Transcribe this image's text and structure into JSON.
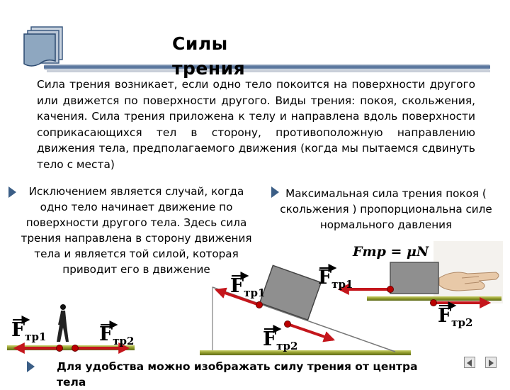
{
  "slide": {
    "title": "Силы трения",
    "intro": "Сила трения возникает, если одно тело покоится на поверхности другого или движется по поверхности другого. Виды трения: покоя, скольжения, качения. Сила трения приложена к телу и направлена вдоль поверхности соприкасающихся тел в сторону, противоположную направлению движения тела, предполагаемого движения (когда мы пытаемся сдвинуть тело с места)",
    "left_block": "Исключением является случай, когда одно тело начинает движение по поверхности другого тела. Здесь сила трения направлена в сторону движения тела и является той силой, которая приводит его в движение",
    "right_block": "Максимальная сила трения покоя ( скольжения ) пропорциональна силе нормального давления",
    "formula": "Fтр = μN",
    "bottom_note": "Для удобства можно изображать силу трения от центра тела"
  },
  "labels": {
    "F": "F",
    "tr1": "тр1",
    "tr2": "тр2"
  },
  "colors": {
    "arrow": "#c4161c",
    "title_bar": "#4a6a96",
    "bullet": "#3b5e86",
    "block": "#8f8f8f",
    "ground": "#a8b43c"
  },
  "icons": {
    "deco": "stacked-pages-icon",
    "bullet": "triangle-bullet-icon",
    "person": "walking-person-icon",
    "hand": "hand-pushing-icon",
    "nav_prev": "nav-prev-icon",
    "nav_next": "nav-next-icon"
  }
}
